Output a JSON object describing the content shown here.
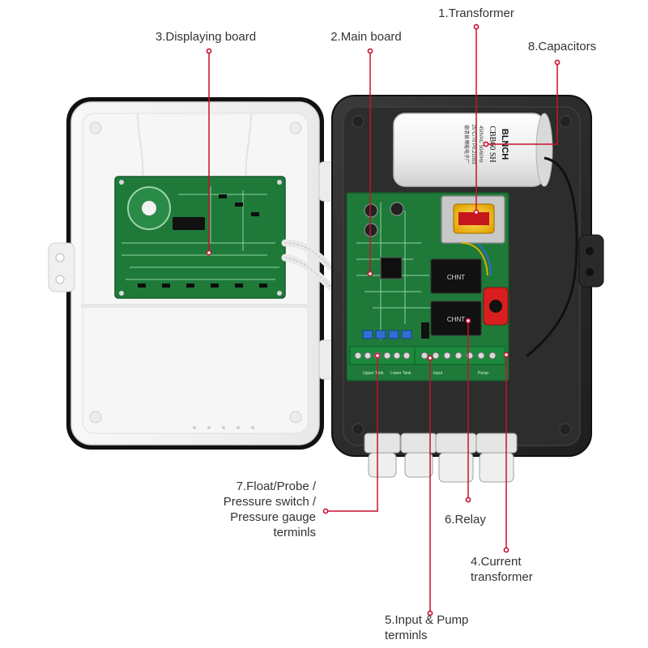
{
  "labels": {
    "transformer": "1.Transformer",
    "main_board": "2.Main board",
    "displaying_board": "3.Displaying board",
    "current_transformer": [
      "4.Current",
      "transformer"
    ],
    "input_pump_terminals": [
      "5.Input & Pump",
      "terminls"
    ],
    "relay": "6.Relay",
    "float_probe_terminals": [
      "7.Float/Probe /",
      "Pressure switch /",
      "Pressure gauge",
      "terminls"
    ],
    "capacitors": "8.Capacitors"
  },
  "capacitor_text": [
    "BLNCH",
    "CBB60 SH",
    "450VAC 50/60Hz",
    "25°C/70 P0.21003",
    "德清县博能电子厂"
  ],
  "terminal_strip_left": [
    "Upper Tank",
    "Lower Tank"
  ],
  "terminal_strip_right": [
    "Input",
    "Pump"
  ],
  "relay_text": "CHNT",
  "colors": {
    "leader_line": "#c8102e",
    "pcb_green": "#1f7a3a",
    "enclosure_dark": "#2b2b2b",
    "cover_white": "#f4f4f4"
  }
}
